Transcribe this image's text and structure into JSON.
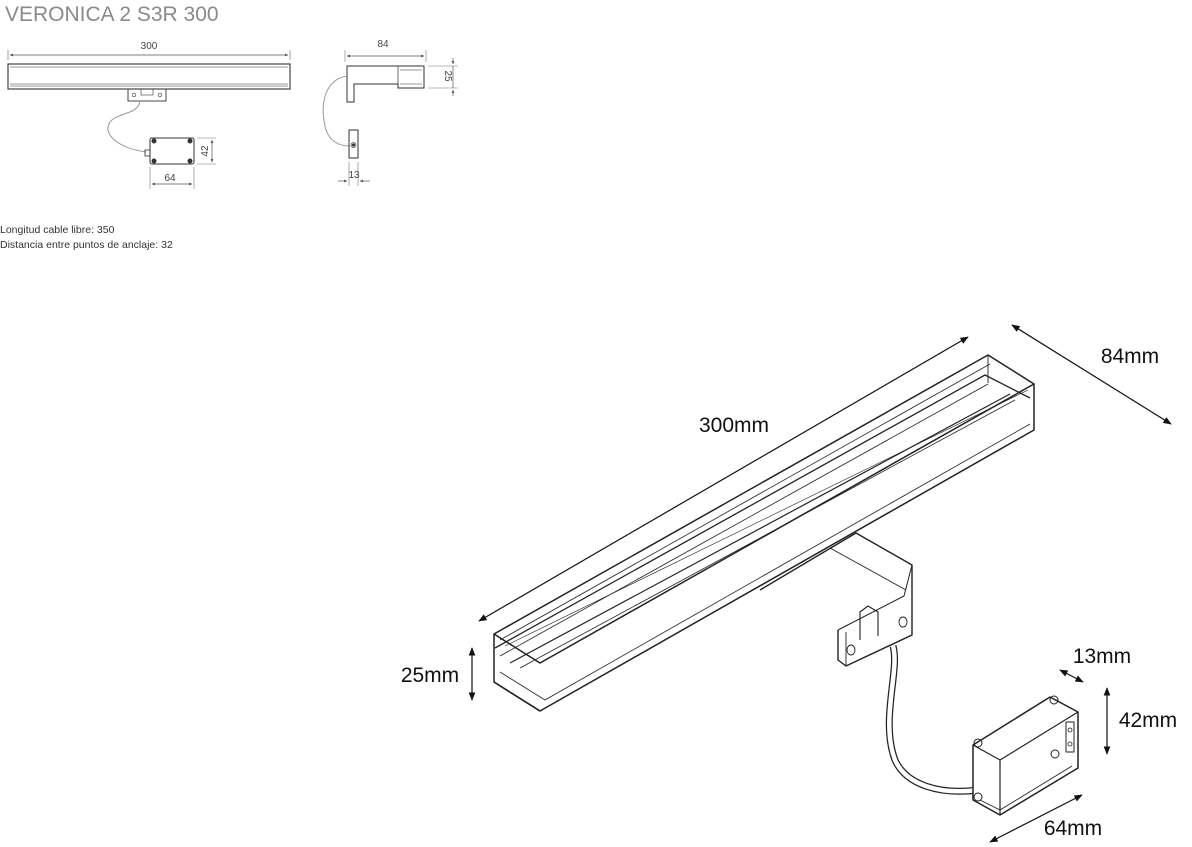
{
  "title": "VERONICA 2 S3R 300",
  "front_view": {
    "width_label": "300",
    "box_height_label": "42",
    "box_width_label": "64"
  },
  "side_view": {
    "depth_label": "84",
    "height_label": "25",
    "bracket_width_label": "13"
  },
  "notes": {
    "cable_length": "Longitud cable libre: 350",
    "anchor_distance": "Distancia entre puntos de anclaje: 32"
  },
  "iso_view": {
    "length_label": "300mm",
    "depth_label": "84mm",
    "height_label": "25mm",
    "bracket_label": "13mm",
    "box_height_label": "42mm",
    "box_width_label": "64mm"
  },
  "colors": {
    "line": "#333333",
    "light_line": "#888888",
    "title": "#8a8a8a"
  }
}
